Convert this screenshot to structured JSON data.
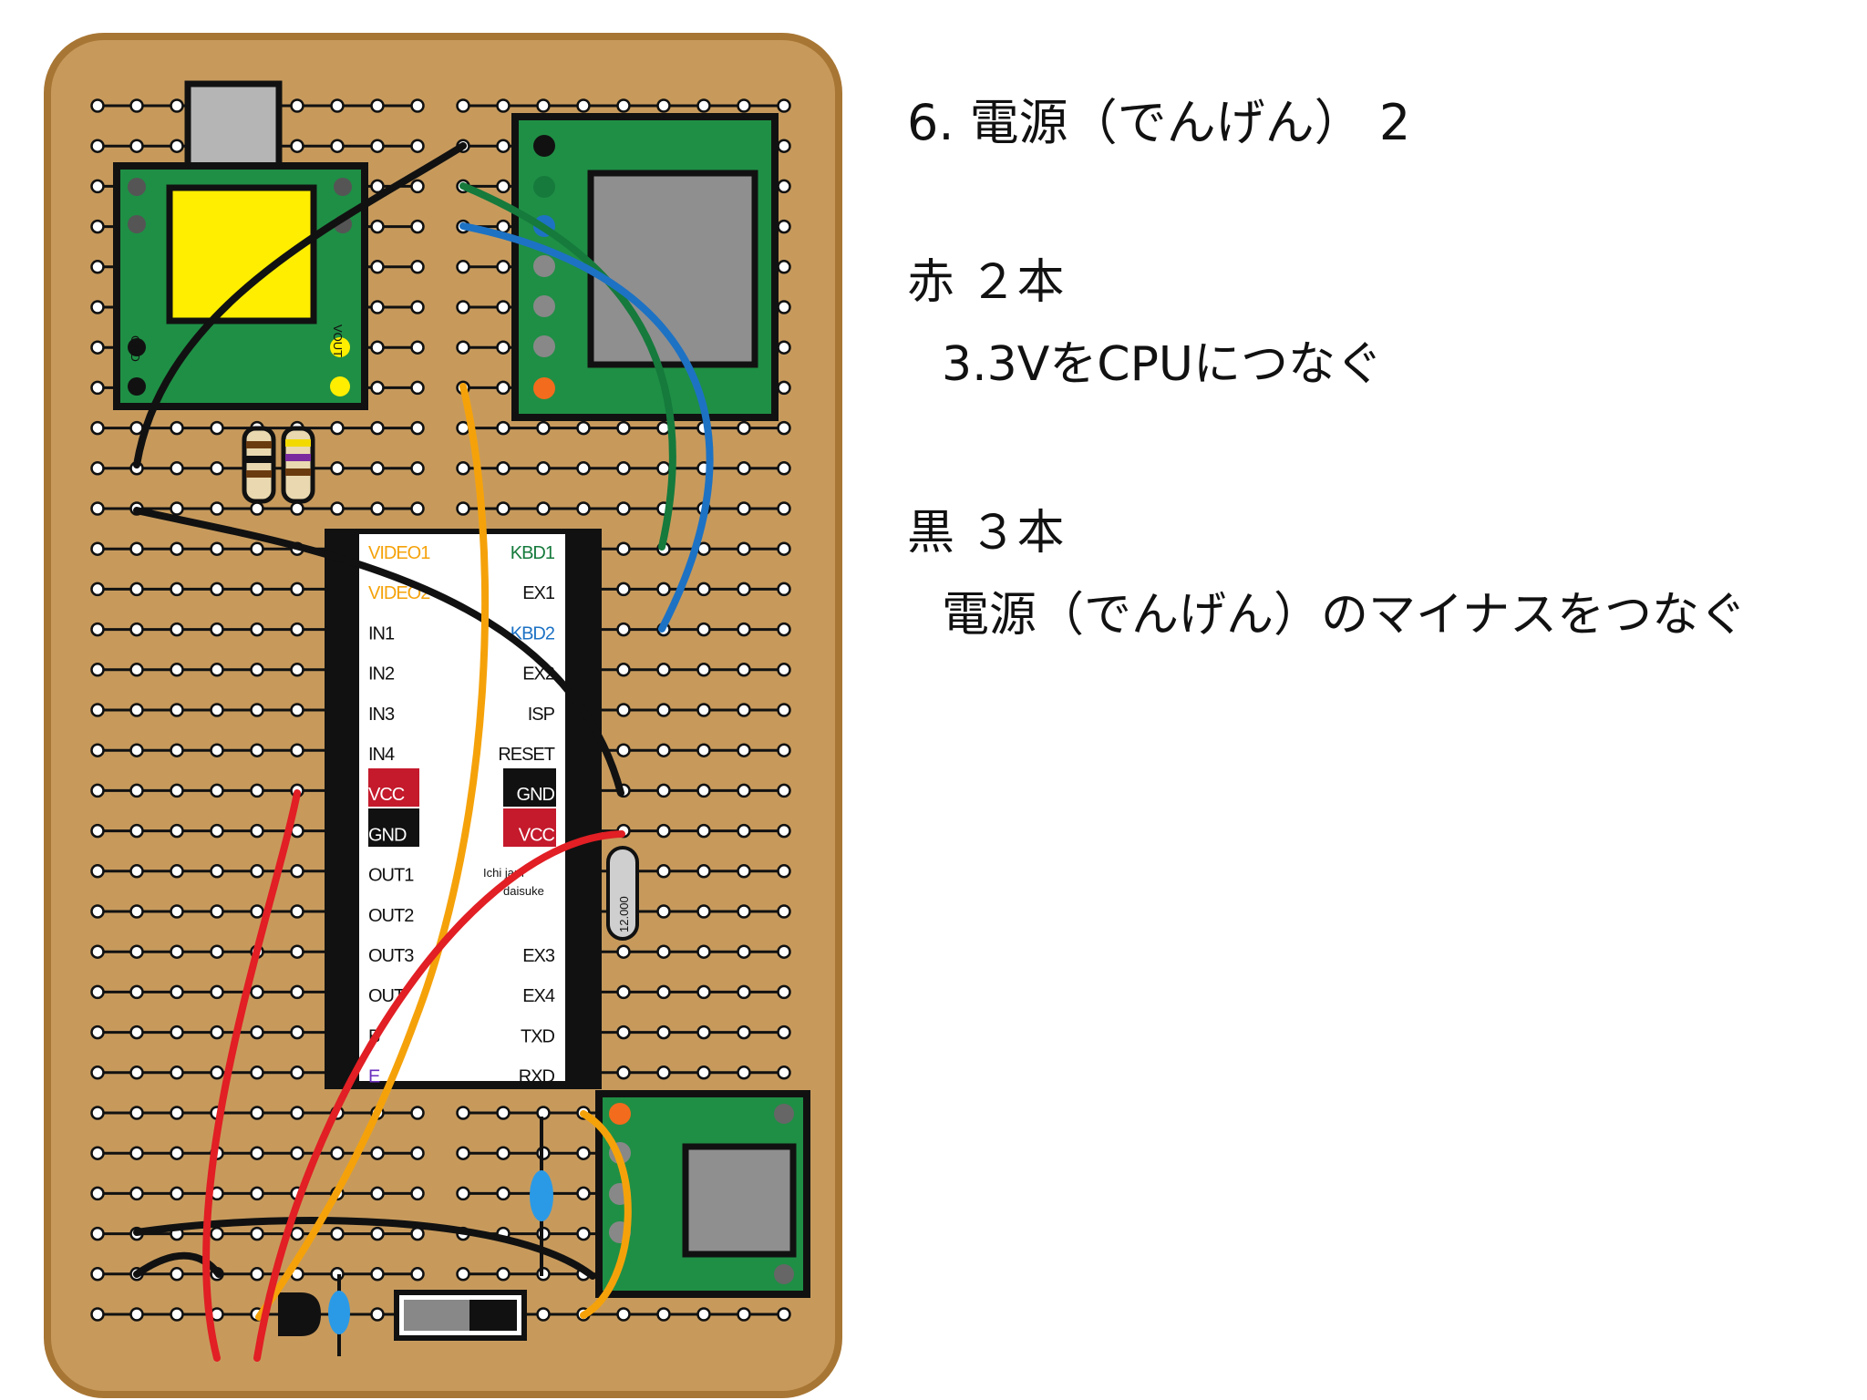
{
  "step": {
    "title": "6. 電源（でんげん） 2"
  },
  "sections": [
    {
      "heading": "赤 ２本",
      "body": "3.3VをCPUにつなぐ"
    },
    {
      "heading": "黒 ３本",
      "body": "電源（でんげん）のマイナスをつなぐ"
    }
  ],
  "board": {
    "chip_left_pins": [
      "VIDEO1",
      "VIDEO2",
      "IN1",
      "IN2",
      "IN3",
      "IN4",
      "VCC",
      "GND",
      "OUT1",
      "OUT2",
      "OUT3",
      "OUT",
      "B",
      "E"
    ],
    "chip_right_pins": [
      "KBD1",
      "EX1",
      "KBD2",
      "EX2",
      "ISP",
      "RESET",
      "GND",
      "VCC",
      "",
      "",
      "EX3",
      "EX4",
      "TXD",
      "RXD"
    ],
    "chip_text_line1": "Ichi   jam",
    "chip_text_line2": "daisuke",
    "crystal_label": "12.000",
    "power_left_label": "GND",
    "power_right_label": "VOUT",
    "colors": {
      "board": "#c79a5c",
      "board_edge": "#a87634",
      "pcb": "#1f8f45",
      "wire_red": "#e11f24",
      "wire_black": "#111111",
      "wire_orange": "#f5a20a",
      "wire_green": "#157a3c",
      "wire_blue": "#1d72c4",
      "pin_orange": "#f5a20a",
      "pin_blue": "#1d72c4",
      "pin_green": "#157a3c"
    }
  }
}
